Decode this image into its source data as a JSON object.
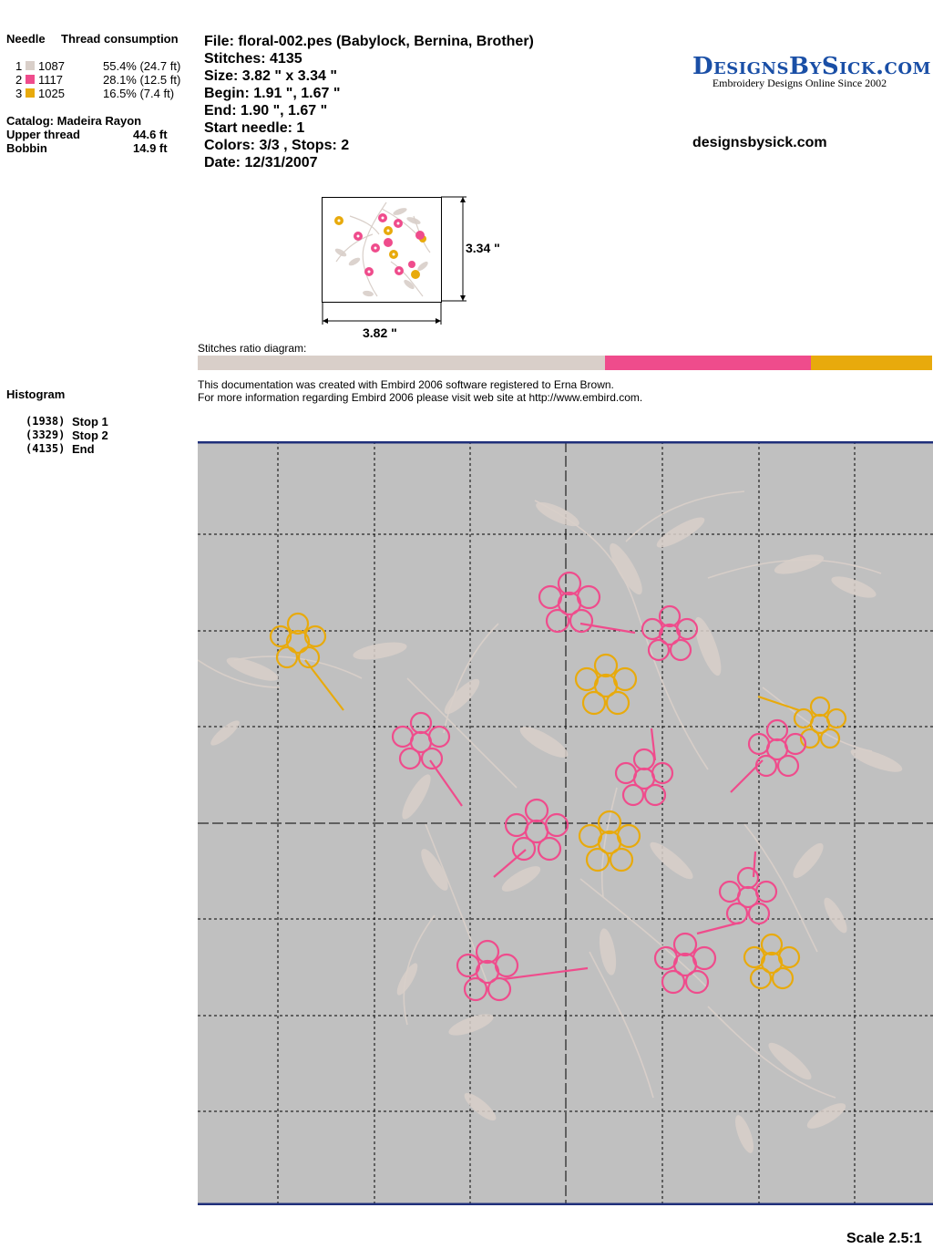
{
  "threads": {
    "header_needle": "Needle",
    "header_consumption": "Thread consumption",
    "rows": [
      {
        "needle": "1",
        "code": "1087",
        "consumption": "55.4% (24.7 ft)",
        "color": "#d9cfc9"
      },
      {
        "needle": "2",
        "code": "1117",
        "consumption": "28.1% (12.5 ft)",
        "color": "#ef4c8c"
      },
      {
        "needle": "3",
        "code": "1025",
        "consumption": "16.5% (7.4 ft)",
        "color": "#e8aa0c"
      }
    ],
    "catalog": "Catalog: Madeira Rayon",
    "upper_label": "Upper thread",
    "upper_value": "44.6 ft",
    "bobbin_label": "Bobbin",
    "bobbin_value": "14.9 ft"
  },
  "histogram": {
    "title": "Histogram",
    "rows": [
      {
        "count": "(1938)",
        "label": "Stop 1"
      },
      {
        "count": "(3329)",
        "label": "Stop 2"
      },
      {
        "count": "(4135)",
        "label": "End"
      }
    ]
  },
  "info": {
    "file": "File: floral-002.pes  (Babylock, Bernina, Brother)",
    "stitches": "Stitches: 4135",
    "size": "Size: 3.82 \" x 3.34 \"",
    "begin": "Begin: 1.91 \", 1.67 \"",
    "end": "End: 1.90 \", 1.67 \"",
    "start_needle": "Start needle: 1",
    "colors": "Colors: 3/3 , Stops: 2",
    "date": "Date: 12/31/2007"
  },
  "logo": {
    "main": "DesignsBySick.com",
    "sub": "Embroidery Designs Online Since 2002",
    "site": "designsbysick.com",
    "color": "#1a4fa6"
  },
  "thumbnail": {
    "height_label": "3.34 \"",
    "width_label": "3.82 \""
  },
  "ratio": {
    "label": "Stitches ratio diagram:",
    "segments": [
      {
        "fraction": 0.554,
        "color": "#d9cfc9"
      },
      {
        "fraction": 0.281,
        "color": "#ef4c8c"
      },
      {
        "fraction": 0.165,
        "color": "#e8aa0c"
      }
    ]
  },
  "note": {
    "line1": "This documentation was created with Embird 2006 software registered to Erna Brown.",
    "line2": "For more information regarding Embird 2006 please visit web site at http://www.embird.com."
  },
  "scale": "Scale 2.5:1",
  "preview": {
    "background": "#c0c0c0",
    "border_color": "#1f2f7a"
  }
}
